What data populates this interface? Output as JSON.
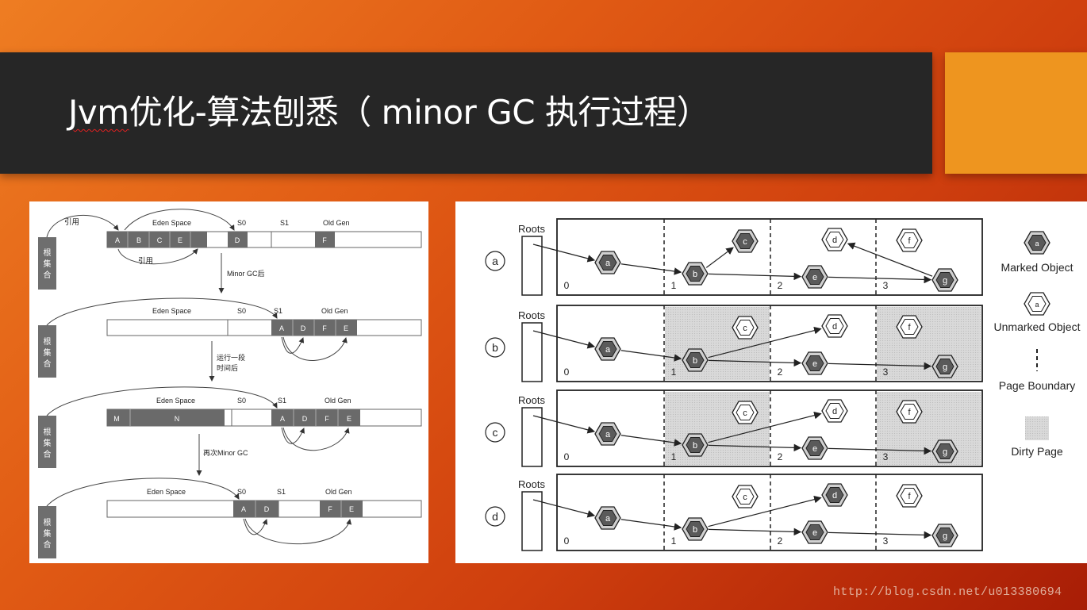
{
  "slide": {
    "title_prefix": "Jvm",
    "title_rest": "优化-算法刨悉（ minor GC 执行过程）",
    "watermark": "http://blog.csdn.net/u013380694"
  },
  "left_diagram": {
    "root_label": [
      "根",
      "集",
      "合"
    ],
    "region_labels": {
      "eden": "Eden Space",
      "s0": "S0",
      "s1": "S1",
      "old": "Old Gen"
    },
    "ref_label": "引用",
    "step1_cells": [
      "A",
      "B",
      "C",
      "E",
      "D",
      "F"
    ],
    "step1_ref_top": "引用",
    "step1_ref_bottom": "引用",
    "transition1": "Minor GC后",
    "step2_cells": [
      "A",
      "D",
      "F",
      "E"
    ],
    "transition2_line1": "运行一段",
    "transition2_line2": "时间后",
    "step3_cells": [
      "M",
      "N",
      "A",
      "D",
      "F",
      "E"
    ],
    "transition3": "再次Minor GC",
    "step4_cells": [
      "A",
      "D",
      "F",
      "E"
    ]
  },
  "right_diagram": {
    "roots_label": "Roots",
    "rows": [
      "a",
      "b",
      "c",
      "d"
    ],
    "nodes": [
      "a",
      "b",
      "c",
      "d",
      "e",
      "f",
      "g"
    ],
    "page_numbers": [
      "0",
      "1",
      "2",
      "3"
    ],
    "legend": {
      "marked": "Marked Object",
      "unmarked": "Unmarked Object",
      "boundary": "Page Boundary",
      "dirty": "Dirty Page"
    }
  }
}
